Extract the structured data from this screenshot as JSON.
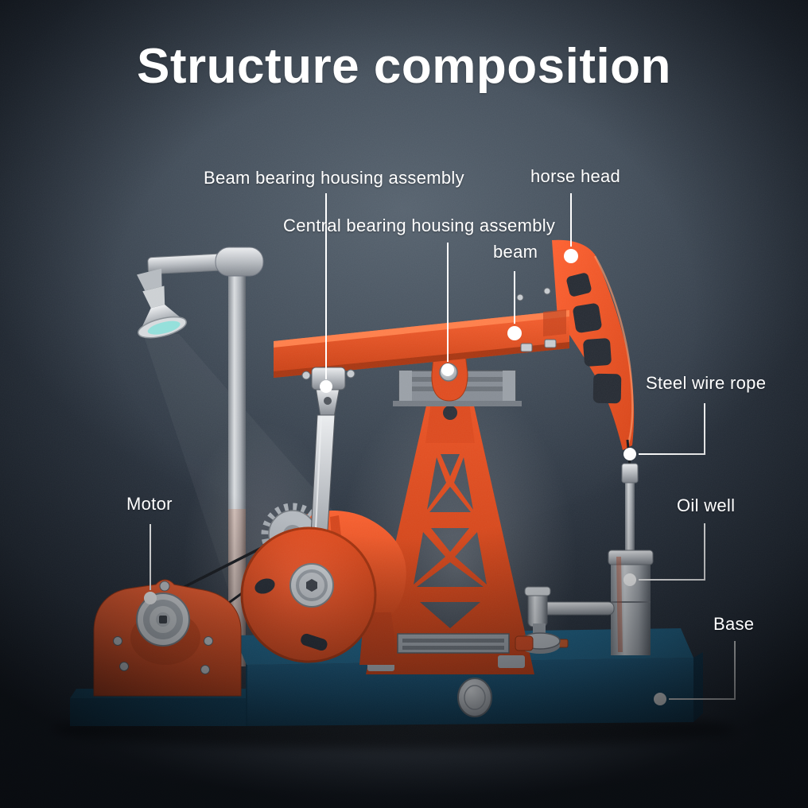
{
  "page": {
    "title": "Structure composition"
  },
  "diagram": {
    "subject": "Pumpjack model structure composition diagram",
    "labels": [
      {
        "id": "beam-bearing-housing",
        "text": "Beam bearing housing assembly"
      },
      {
        "id": "central-bearing-housing",
        "text": "Central bearing housing assembly"
      },
      {
        "id": "horse-head",
        "text": "horse head"
      },
      {
        "id": "beam",
        "text": "beam"
      },
      {
        "id": "steel-wire-rope",
        "text": "Steel wire rope"
      },
      {
        "id": "oil-well",
        "text": "Oil well"
      },
      {
        "id": "base",
        "text": "Base"
      },
      {
        "id": "motor",
        "text": "Motor"
      }
    ],
    "colors": {
      "accent_orange": "#e8512a",
      "base_blue": "#16506e",
      "metal_silver": "#c0c4c9",
      "lamp_glow": "#8fe0da",
      "background_dark": "#141a22",
      "callout_line": "#ffffff",
      "callout_dot": "#ffffff"
    }
  }
}
